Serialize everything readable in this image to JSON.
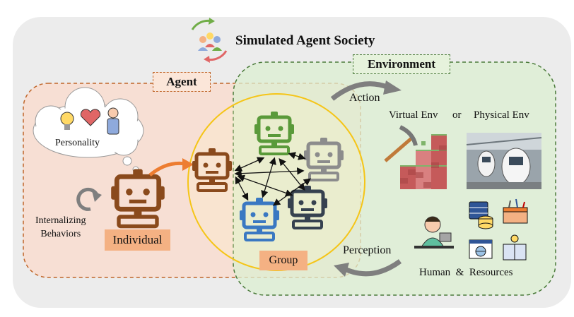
{
  "title": "Simulated Agent Society",
  "agent_label": "Agent",
  "environment_label": "Environment",
  "personality_label": "Personality",
  "internalizing_label_1": "Internalizing",
  "internalizing_label_2": "Behaviors",
  "individual_label": "Individual",
  "group_label": "Group",
  "action_label": "Action",
  "perception_label": "Perception",
  "virtual_env_label": "Virtual Env",
  "or_label": "or",
  "physical_env_label": "Physical Env",
  "human_resources_label": "Human  &  Resources",
  "colors": {
    "outer_panel": "#ececec",
    "agent_region": "#f9ddd0",
    "environment_region": "#dcefd2",
    "group_circle": "#f5c518",
    "robot_brown": "#8a4a1c",
    "robot_green": "#5a9a3a",
    "robot_gray": "#8c8c8c",
    "robot_blue": "#3a78c2",
    "robot_dark": "#36414f",
    "arrow_orange": "#ed7d31",
    "arrow_gray": "#7f7f7f"
  }
}
